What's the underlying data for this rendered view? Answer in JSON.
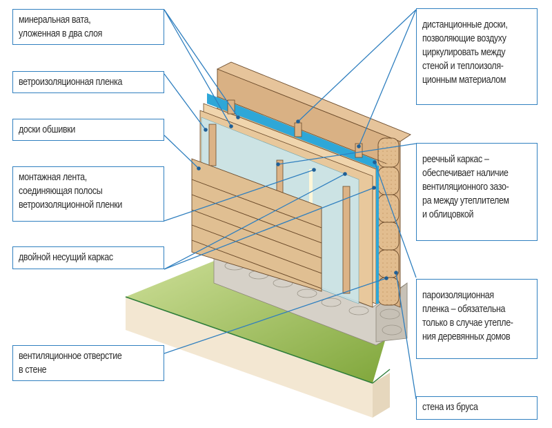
{
  "diagram": {
    "title": "",
    "subject": "ventilated facade insulation of a timber wall",
    "colors": {
      "leader_line": "#2f7fbf",
      "box_border": "#2f7fbf",
      "wood": "#dcb386",
      "wood_dark": "#c99a67",
      "membrane": "#c9e6ec",
      "wind_film_strip": "#2ea7d8",
      "ground_grass": "#8fb54a",
      "ground_soil": "#f2e6d0",
      "foundation_stone": "#cfcac2"
    }
  },
  "labels": {
    "left": [
      {
        "id": "mineral-wool",
        "lines": [
          "минеральная вата,",
          "уложенная в два слоя"
        ]
      },
      {
        "id": "wind-barrier-film",
        "lines": [
          "ветроизоляционная пленка"
        ]
      },
      {
        "id": "cladding-boards",
        "lines": [
          "доски обшивки"
        ]
      },
      {
        "id": "mounting-tape",
        "lines": [
          "монтажная лента,",
          "соединяющая полосы",
          "ветроизоляционной пленки"
        ]
      },
      {
        "id": "double-load-frame",
        "lines": [
          "двойной несущий каркас"
        ]
      },
      {
        "id": "ventilation-hole",
        "lines": [
          "вентиляционное отверстие",
          "в стене"
        ]
      }
    ],
    "right": [
      {
        "id": "spacer-boards",
        "lines": [
          "дистанционные доски,",
          "позволяющие воздуху",
          "циркулировать между",
          "стеной и теплоизоля-",
          "ционным материалом"
        ]
      },
      {
        "id": "batten-frame",
        "lines": [
          "реечный каркас –",
          "обеспечивает наличие",
          "вентиляционного зазо-",
          "ра между утеплителем",
          "и облицовкой"
        ]
      },
      {
        "id": "vapor-barrier-film",
        "lines": [
          "пароизоляционная",
          "пленка – обязательна",
          "только в случае утепле-",
          "ния деревянных домов"
        ]
      },
      {
        "id": "timber-wall",
        "lines": [
          "стена из бруса"
        ]
      }
    ]
  }
}
